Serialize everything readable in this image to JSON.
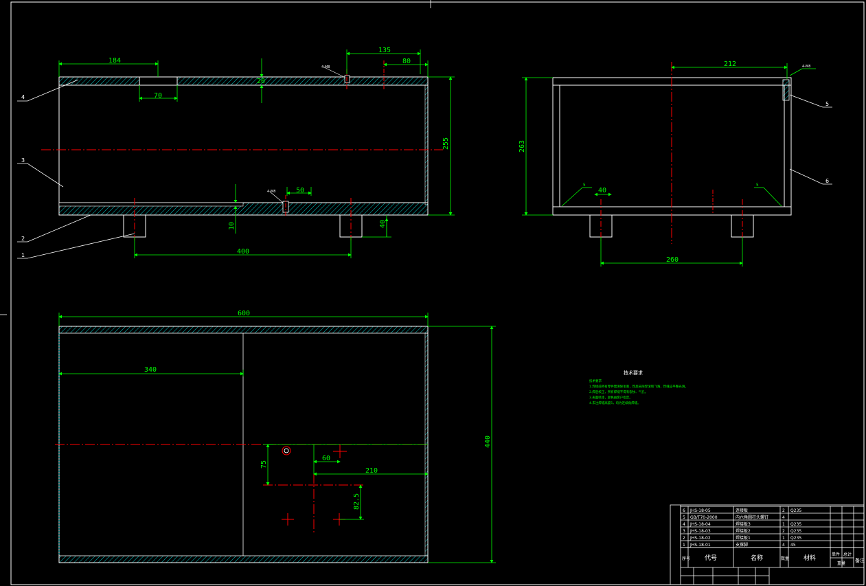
{
  "colors": {
    "background": "#000000",
    "outline": "#ffffff",
    "dimension": "#00ff00",
    "centerline": "#ff0000",
    "hatch": "#00ffff"
  },
  "front_view": {
    "dims": {
      "d184": "184",
      "d70": "70",
      "d135": "135",
      "d80": "80",
      "d20top": "20",
      "d255": "255",
      "d50": "50",
      "d10": "10",
      "d40": "40",
      "d400": "400"
    },
    "hole_callout": "4-M8",
    "hole_callout_bottom": "4-M8",
    "balloons": [
      "4",
      "3",
      "2",
      "1"
    ]
  },
  "side_view": {
    "dims": {
      "d212": "212",
      "d263": "263",
      "d40": "40",
      "d260": "260"
    },
    "hole_callout": "4-M8",
    "weld_left": "5",
    "weld_right": "5",
    "balloons": [
      "5",
      "6"
    ]
  },
  "top_view": {
    "dims": {
      "d600": "600",
      "d340": "340",
      "d440": "440",
      "d60": "60",
      "d75": "75",
      "d210": "210",
      "d82_5": "82.5"
    }
  },
  "tech_notes": {
    "title": "技术要求",
    "lines": [
      "技术要求",
      "1.焊接前所有零件需清除毛刺，焊后去除焊渣和飞溅，焊缝应平整光滑。",
      "2.焊后校正，所有焊缝不得有裂纹、气孔。",
      "3.表面喷漆，颜色由客户指定。",
      "4.未注焊缝高度5，均为连续角焊缝。"
    ]
  },
  "title_block": {
    "header": {
      "seq": "序号",
      "code": "代号",
      "name": "名称",
      "qty": "数量",
      "material": "材料",
      "unit_weight": "单件",
      "total_weight": "总计",
      "weight": "重量",
      "remark": "备注"
    },
    "rows": [
      {
        "seq": "6",
        "code": "JHS-18-05",
        "name": "连接板",
        "qty": "2",
        "material": "Q235"
      },
      {
        "seq": "5",
        "code": "GB/T70-2000",
        "name": "内六角圆柱头螺钉",
        "qty": "4",
        "material": ""
      },
      {
        "seq": "4",
        "code": "JHS-18-04",
        "name": "焊接板3",
        "qty": "1",
        "material": "Q235"
      },
      {
        "seq": "3",
        "code": "JHS-18-03",
        "name": "焊接板2",
        "qty": "2",
        "material": "Q235"
      },
      {
        "seq": "2",
        "code": "JHS-18-02",
        "name": "焊接板1",
        "qty": "1",
        "material": "Q235"
      },
      {
        "seq": "1",
        "code": "JHS-18-01",
        "name": "支撑脚",
        "qty": "4",
        "material": "45"
      }
    ]
  }
}
